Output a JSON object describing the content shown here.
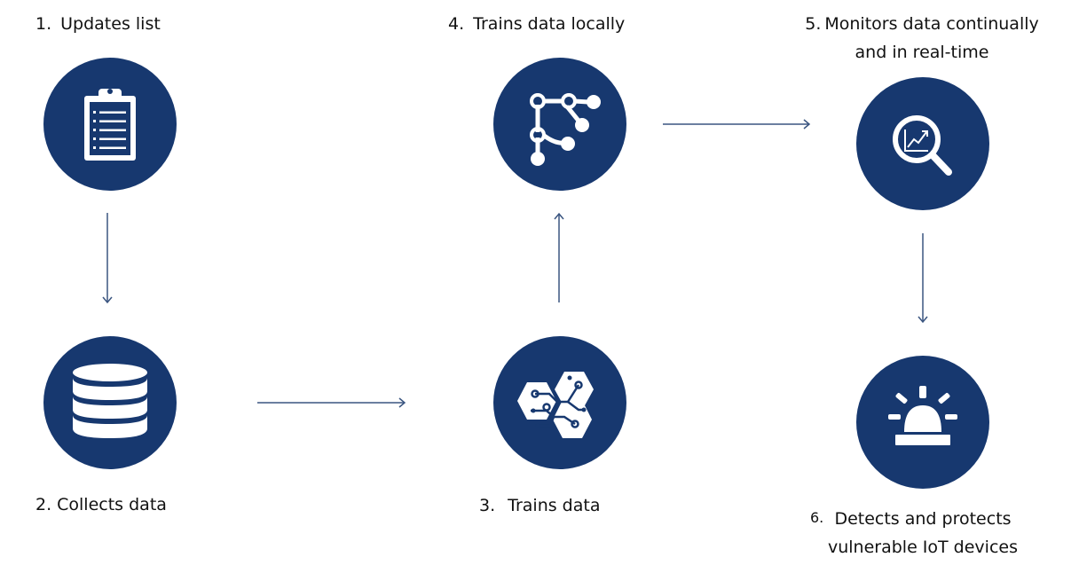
{
  "steps": [
    {
      "number": "1.",
      "text": "Updates list",
      "icon": "clipboard-icon"
    },
    {
      "number": "2.",
      "text": "Collects data",
      "icon": "database-icon"
    },
    {
      "number": "3.",
      "text": "Trains data",
      "icon": "hexagon-circuit-icon"
    },
    {
      "number": "4.",
      "text": "Trains data locally",
      "icon": "branch-network-icon"
    },
    {
      "number": "5.",
      "lines": [
        "Monitors data continually",
        "and in real-time"
      ],
      "icon": "magnifier-chart-icon"
    },
    {
      "number": "6.",
      "lines": [
        "Detects and protects",
        "vulnerable IoT devices"
      ],
      "icon": "alarm-siren-icon"
    }
  ],
  "colors": {
    "circle": "#17386f",
    "arrow": "#3a5580",
    "icon": "#ffffff"
  }
}
